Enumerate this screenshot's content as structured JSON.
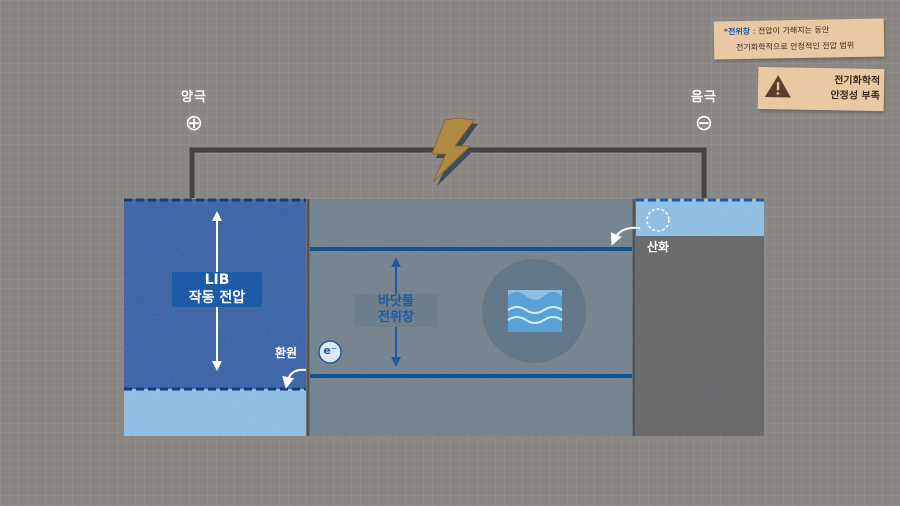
{
  "terminals": {
    "cathode": {
      "label": "양극",
      "symbol": "⊕"
    },
    "anode": {
      "label": "음극",
      "symbol": "⊖"
    }
  },
  "cell": {
    "operating_voltage": {
      "line1": "LIB",
      "line2": "작동 전압"
    },
    "electrolyte_window": {
      "line1": "바닷물",
      "line2": "전위창"
    },
    "reduction_label": "환원",
    "oxidation_label": "산화",
    "electron_label": "e⁻"
  },
  "notes": {
    "definition": {
      "term": "*전위창",
      "line1_rest": " : 전압이 가해지는 동안",
      "line2": "전기화학적으로 안정적인 전압 범위"
    },
    "warning": {
      "line1": "전기화학적",
      "line2": "안정성 부족",
      "icon": "warning-icon"
    }
  },
  "colors": {
    "background": "#8a8684",
    "cathode_blue": "#1d5ba7",
    "light_blue": "#8cbfe6",
    "electrolyte": "#6e7f8c",
    "wire": "#444444",
    "lightning": "#b08a43",
    "note": "#e9c9a4"
  }
}
